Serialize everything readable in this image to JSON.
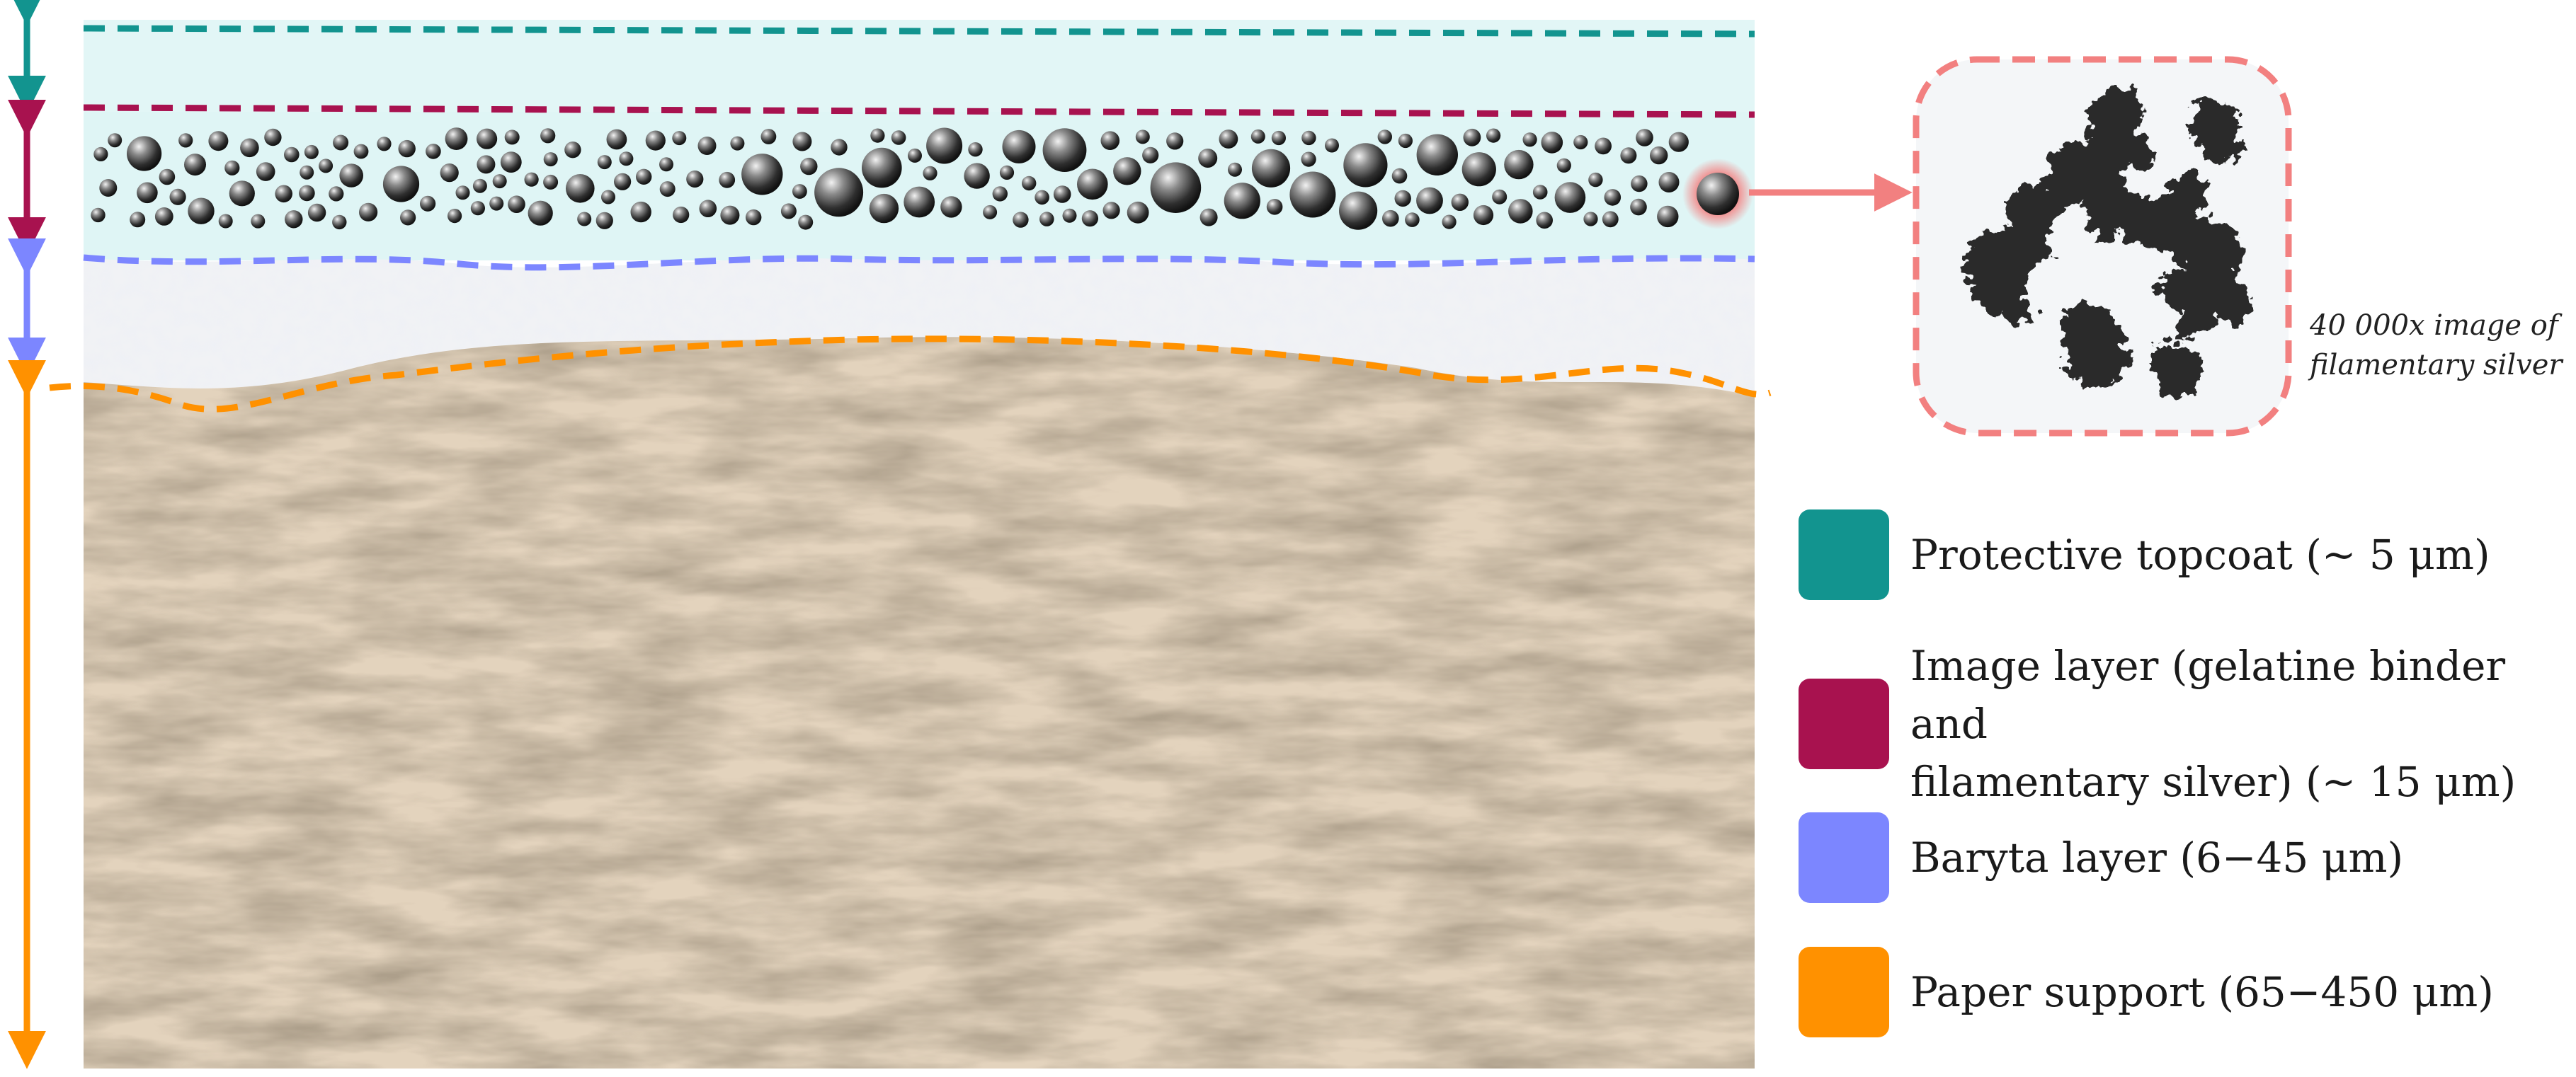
{
  "title": "",
  "inset": {
    "caption_line1": "40 000x image of",
    "caption_line2": "filamentary silver"
  },
  "legend": [
    {
      "id": "topcoat",
      "label_line1": "Protective topcoat (~ 5 μm)",
      "label_line2": "",
      "color": "#12948f"
    },
    {
      "id": "image",
      "label_line1": "Image layer (gelatine binder and",
      "label_line2": "filamentary silver) (~ 15 μm)",
      "color": "#a8124f"
    },
    {
      "id": "baryta",
      "label_line1": "Baryta layer (6−45 μm)",
      "label_line2": "",
      "color": "#7c86ff"
    },
    {
      "id": "paper",
      "label_line1": "Paper support (65−450 μm)",
      "label_line2": "",
      "color": "#ff9100"
    }
  ],
  "colors": {
    "topcoat": "#12948f",
    "image": "#a8124f",
    "baryta": "#7c86ff",
    "paper": "#ff9100",
    "inset_border": "#f28080",
    "paper_fill": "#e3d3bd",
    "gelatine_fill": "#e2f6f6"
  },
  "icons": {
    "silver_particle": "silver-particle-icon",
    "callout_arrow": "arrow-right-icon"
  }
}
